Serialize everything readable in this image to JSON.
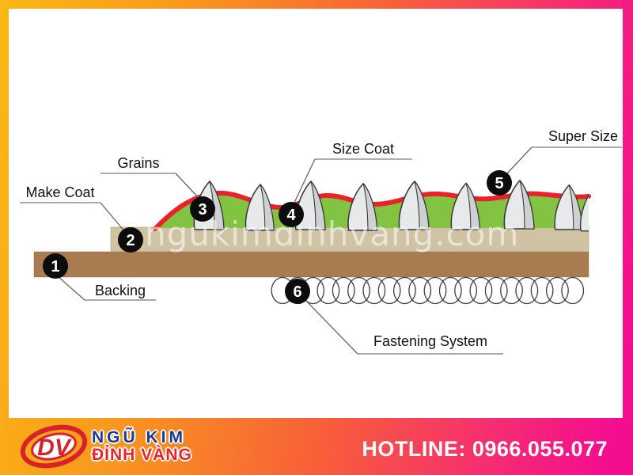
{
  "theme": {
    "frame_gradient_start": "#fcb813",
    "frame_gradient_end": "#f50d8f",
    "canvas_bg": "#ffffff"
  },
  "watermark": "ngukimdinhvang.com",
  "diagram": {
    "labels": {
      "backing": "Backing",
      "make_coat": "Make Coat",
      "grains": "Grains",
      "size_coat": "Size Coat",
      "super_size": "Super Size",
      "fastening": "Fastening System"
    },
    "markers": {
      "backing": "1",
      "make_coat": "2",
      "grains": "3",
      "size_coat": "4",
      "super_size": "5",
      "fastening": "6"
    },
    "colors": {
      "backing": "#a87c50",
      "make_coat": "#cfc3a4",
      "size_coat": "#82c341",
      "super_size": "#e8212a",
      "grain_front": "#e8e9ea",
      "grain_side": "#cfd0d2",
      "marker_bg": "#0c0c0c"
    }
  },
  "footer": {
    "logo_monogram": "DV",
    "logo_line1": "NGŨ KIM",
    "logo_line2": "ĐỈNH VÀNG",
    "hotline": "HOTLINE: 0966.055.077"
  }
}
